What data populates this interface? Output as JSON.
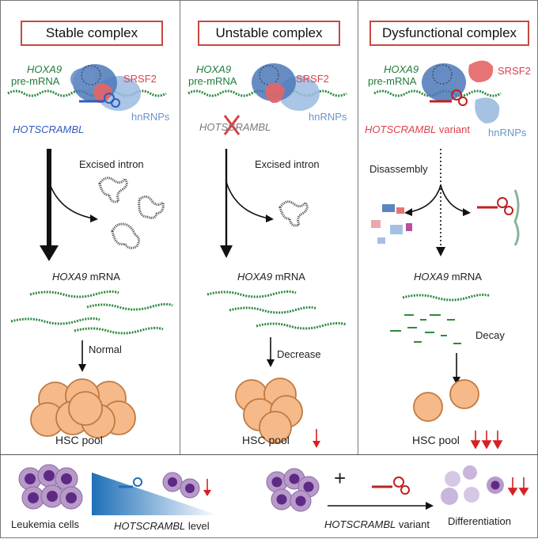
{
  "panels": [
    {
      "title": "Stable complex",
      "gene": "HOXA9",
      "premrna": "pre-mRNA",
      "srsf2": "SRSF2",
      "hnrnps": "hnRNPs",
      "lnc": "HOTSCRAMBL",
      "intron": "Excised intron",
      "mrna_gene": "HOXA9",
      "mrna": "mRNA",
      "effect": "Normal",
      "pool": "HSC pool"
    },
    {
      "title": "Unstable complex",
      "gene": "HOXA9",
      "premrna": "pre-mRNA",
      "srsf2": "SRSF2",
      "hnrnps": "hnRNPs",
      "lnc": "HOTSCRAMBL",
      "intron": "Excised intron",
      "mrna_gene": "HOXA9",
      "mrna": "mRNA",
      "effect": "Decrease",
      "pool": "HSC pool"
    },
    {
      "title": "Dysfunctional complex",
      "gene": "HOXA9",
      "premrna": "pre-mRNA",
      "srsf2": "SRSF2",
      "hnrnps": "hnRNPs",
      "lnc": "HOTSCRAMBL",
      "lnc_suffix": "variant",
      "disassembly": "Disassembly",
      "mrna_gene": "HOXA9",
      "mrna": "mRNA",
      "effect": "Decay",
      "pool": "HSC pool"
    }
  ],
  "bottom": {
    "leukemia": "Leukemia cells",
    "level_gene": "HOTSCRAMBL",
    "level": "level",
    "plus": "+",
    "variant_gene": "HOTSCRAMBL",
    "variant": "variant",
    "differentiation": "Differentiation"
  },
  "colors": {
    "green": "#1f7a3a",
    "red": "#e0414b",
    "blue": "#2f5bbf",
    "border": "#c9473e",
    "cell": "#f5b98a",
    "leukemia": "#8a4fb0"
  }
}
